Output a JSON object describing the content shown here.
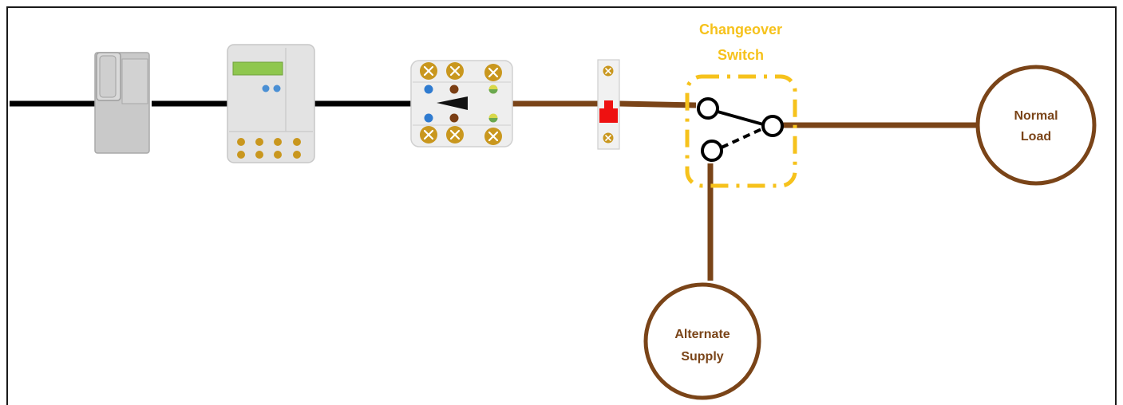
{
  "diagram": {
    "changeover_label_line1": "Changeover",
    "changeover_label_line2": "Switch",
    "normal_load_line1": "Normal",
    "normal_load_line2": "Load",
    "alternate_supply_line1": "Alternate",
    "alternate_supply_line2": "Supply"
  },
  "colors": {
    "supply_cable": "#000000",
    "load_cable": "#7a4418",
    "changeover_accent": "#f6c21c",
    "fuse_red": "#ee1111",
    "terminal_gold": "#c9971e",
    "meter_display": "#8fc74e",
    "meter_led": "#4a8fd4"
  },
  "icons": {
    "cutout": "service-cutout-icon",
    "meter": "electricity-meter-icon",
    "isolator": "isolator-switch-icon",
    "fuse": "fuse-carrier-icon",
    "switch": "changeover-switch-icon"
  }
}
